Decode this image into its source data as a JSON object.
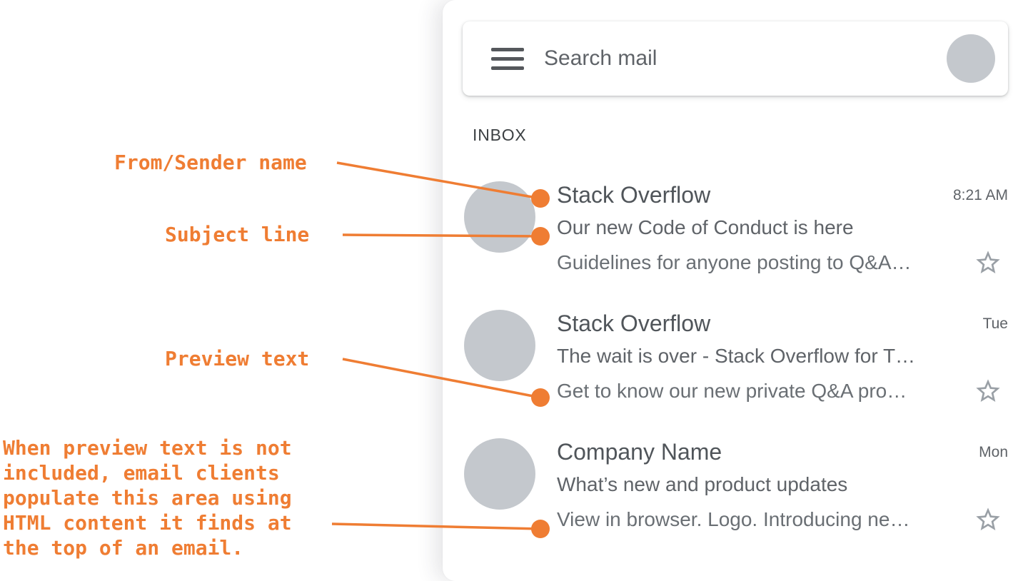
{
  "colors": {
    "accent": "#ef7d33",
    "text_gray": "#5f6368",
    "avatar_gray": "#c4c8cd",
    "star_gray": "#9aa0a6"
  },
  "icons": {
    "menu": "hamburger-menu",
    "star": "star-outline",
    "avatar": "avatar-circle"
  },
  "annotations": {
    "sender_label": "From/Sender name",
    "subject_label": "Subject line",
    "preview_label": "Preview text",
    "note_lines": [
      "When preview text is not",
      "included, email clients",
      "populate this area using",
      "HTML content it finds at",
      "the top of an email."
    ]
  },
  "mail_app": {
    "search": {
      "placeholder": "Search mail"
    },
    "section_label": "INBOX",
    "emails": [
      {
        "sender": "Stack Overflow",
        "time": "8:21 AM",
        "subject": "Our new Code of Conduct is here",
        "preview": "Guidelines for anyone posting to Q&A…"
      },
      {
        "sender": "Stack Overflow",
        "time": "Tue",
        "subject": "The wait is over - Stack Overflow for T…",
        "preview": "Get to know our new private Q&A pro…"
      },
      {
        "sender": "Company Name",
        "time": "Mon",
        "subject": "What’s new and product updates",
        "preview": "View in browser. Logo. Introducing ne…"
      }
    ]
  }
}
